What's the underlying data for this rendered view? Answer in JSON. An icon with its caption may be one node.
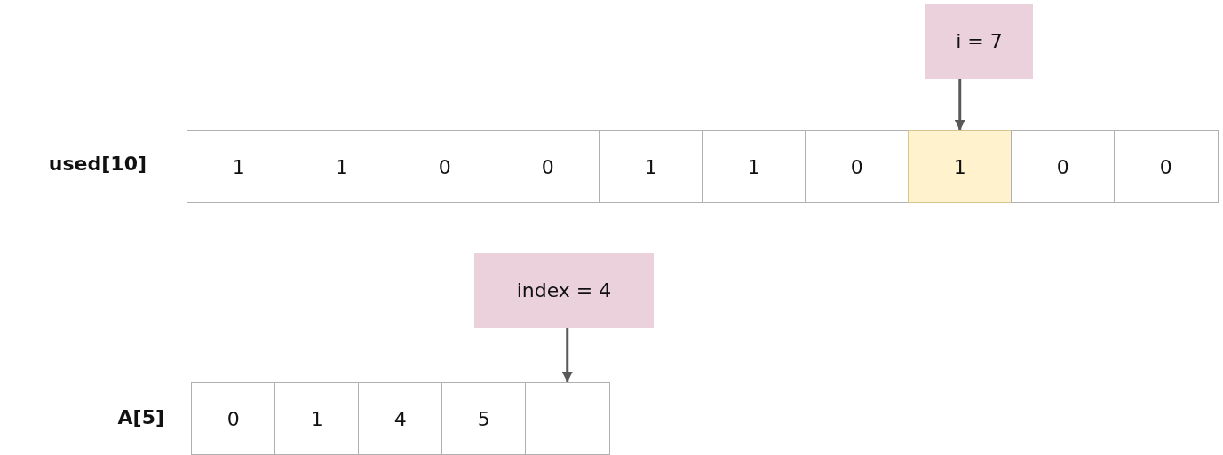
{
  "diagram": {
    "nodes": [
      {
        "text": [
          "i = 7"
        ]
      },
      {
        "text": [
          "1"
        ]
      },
      {
        "text": [
          "1"
        ]
      },
      {
        "text": [
          "0"
        ]
      },
      {
        "text": [
          "0"
        ]
      },
      {
        "text": [
          "1"
        ]
      },
      {
        "text": [
          "1"
        ]
      },
      {
        "text": [
          "0"
        ]
      },
      {
        "text": [
          "1"
        ]
      },
      {
        "text": [
          "0"
        ]
      },
      {
        "text": [
          "0"
        ]
      },
      {
        "text": [
          "index = 4"
        ]
      },
      {
        "text": [
          "0"
        ]
      },
      {
        "text": [
          "1"
        ]
      },
      {
        "text": [
          "4"
        ]
      },
      {
        "text": [
          "5"
        ]
      },
      {
        "text": [],
        "shape": "box"
      }
    ],
    "edges": [
      {
        "from": 0,
        "to": 8,
        "arrow": "to"
      },
      {
        "from": 11,
        "to": 16,
        "arrow": "to"
      }
    ],
    "labels": [
      "used[10]",
      "A[5]"
    ]
  }
}
